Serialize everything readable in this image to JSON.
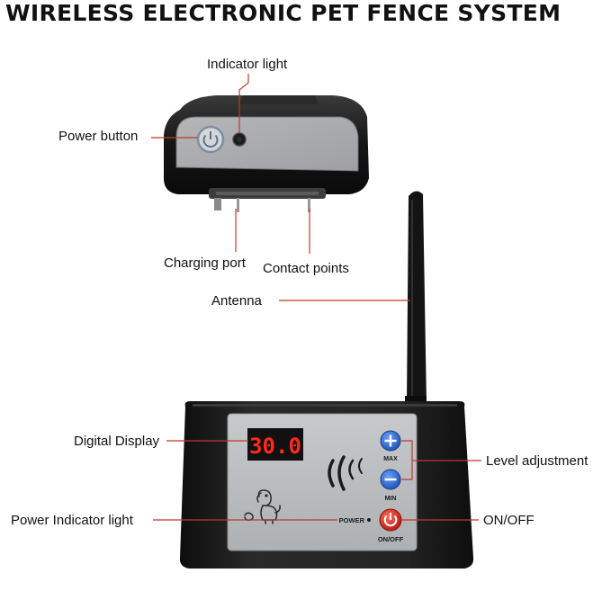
{
  "title": "WIRELESS ELECTRONIC PET FENCE SYSTEM",
  "callouts": {
    "indicator_light": "Indicator light",
    "power_button": "Power button",
    "charging_port": "Charging port",
    "contact_points": "Contact points",
    "antenna": "Antenna",
    "digital_display": "Digital Display",
    "level_adjustment": "Level adjustment",
    "power_indicator_light": "Power Indicator light",
    "on_off": "ON/OFF"
  },
  "panel": {
    "display_reading": "30.0",
    "max_label": "MAX",
    "min_label": "MIN",
    "power_label": "POWER",
    "onoff_label": "ON/OFF"
  },
  "colors": {
    "callout_line": "#c0392b",
    "device_body": "#1c1c1c",
    "panel_face": "#b9bcbf",
    "display_red": "#ff2a1a",
    "level_button_blue": "#2b63c9",
    "power_button_red": "#d8261e"
  }
}
